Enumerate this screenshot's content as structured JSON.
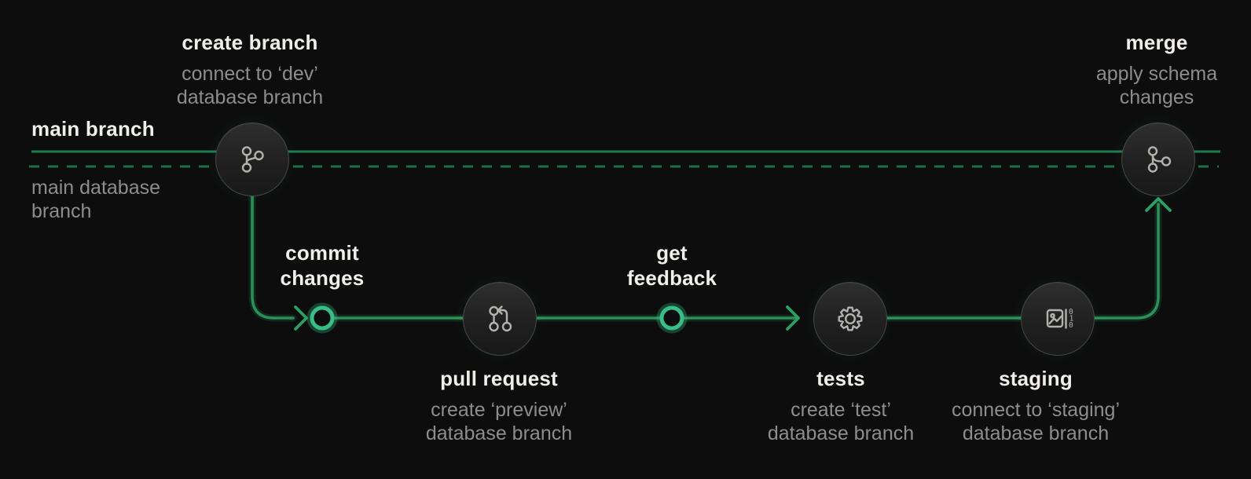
{
  "colors": {
    "background": "#0c0d0c",
    "lane_solid_green": "#1f7c4d",
    "lane_dashed_green": "#1c6f46",
    "flow_green": "#2b9159",
    "bright_green": "#38bd87",
    "node_fill": "#242424",
    "node_border": "#464646",
    "icon_gray": "#b2b1ae",
    "title_white": "#f0eeea",
    "subtitle_gray": "#8d8d8d"
  },
  "lanes": {
    "main_branch": "main branch",
    "main_database_branch_line1": "main database",
    "main_database_branch_line2": "branch"
  },
  "steps": {
    "create_branch": {
      "title": "create branch",
      "subtitle_line1": "connect to ‘dev’",
      "subtitle_line2": "database branch",
      "icon": "git-branch-icon"
    },
    "commit_changes": {
      "title_line1": "commit",
      "title_line2": "changes",
      "marker": "commit-dot"
    },
    "pull_request": {
      "title": "pull request",
      "subtitle_line1": "create ‘preview’",
      "subtitle_line2": "database branch",
      "icon": "git-pull-request-icon"
    },
    "get_feedback": {
      "title_line1": "get",
      "title_line2": "feedback",
      "marker": "commit-dot"
    },
    "tests": {
      "title": "tests",
      "subtitle_line1": "create ‘test’",
      "subtitle_line2": "database branch",
      "icon": "gear-icon"
    },
    "staging": {
      "title": "staging",
      "subtitle_line1": "connect to ‘staging’",
      "subtitle_line2": "database branch",
      "icon": "schema-diff-binary-icon"
    },
    "merge": {
      "title": "merge",
      "subtitle_line1": "apply schema",
      "subtitle_line2": "changes",
      "icon": "git-merge-icon"
    }
  },
  "icons": {
    "binary_digits": [
      "0",
      "1",
      "0"
    ]
  }
}
